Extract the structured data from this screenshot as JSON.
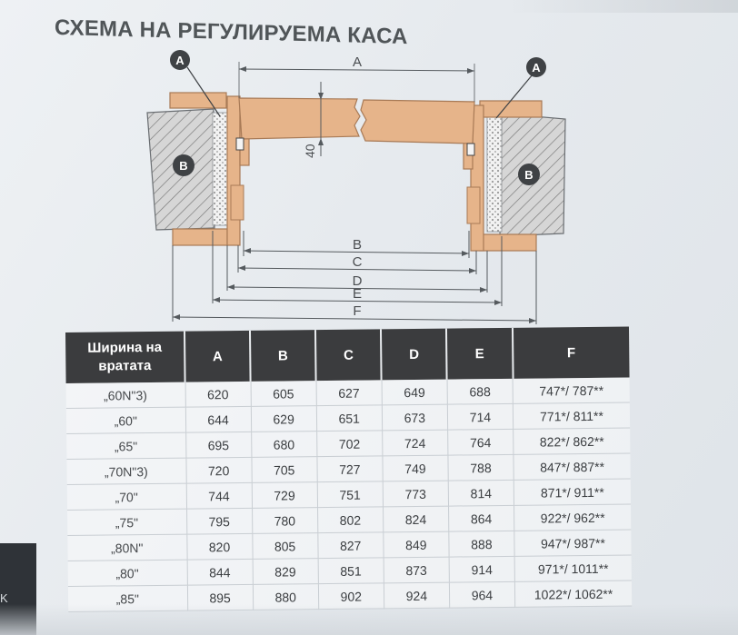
{
  "title": "СХЕМА НА РЕГУЛИРУЕМА КАСА",
  "diagram": {
    "badge_a": "A",
    "badge_b": "B",
    "dim_labels": {
      "a": "A",
      "b": "B",
      "c": "C",
      "d": "D",
      "e": "E",
      "f": "F",
      "depth": "40"
    },
    "colors": {
      "wood": "#e6b48a",
      "wood_edge": "#a87a56",
      "wall": "#cfcfcf",
      "line": "#555a5e",
      "badge": "#3f4245"
    }
  },
  "table": {
    "headers": [
      "Ширина на вратата",
      "A",
      "B",
      "C",
      "D",
      "E",
      "F"
    ],
    "rows": [
      [
        "„60N\"3)",
        "620",
        "605",
        "627",
        "649",
        "688",
        "747*/ 787**"
      ],
      [
        "„60\"",
        "644",
        "629",
        "651",
        "673",
        "714",
        "771*/ 811**"
      ],
      [
        "„65\"",
        "695",
        "680",
        "702",
        "724",
        "764",
        "822*/ 862**"
      ],
      [
        "„70N\"3)",
        "720",
        "705",
        "727",
        "749",
        "788",
        "847*/ 887**"
      ],
      [
        "„70\"",
        "744",
        "729",
        "751",
        "773",
        "814",
        "871*/ 911**"
      ],
      [
        "„75\"",
        "795",
        "780",
        "802",
        "824",
        "864",
        "922*/ 962**"
      ],
      [
        "„80N\"",
        "820",
        "805",
        "827",
        "849",
        "888",
        "947*/ 987**"
      ],
      [
        "„80\"",
        "844",
        "829",
        "851",
        "873",
        "914",
        "971*/ 1011**"
      ],
      [
        "„85\"",
        "895",
        "880",
        "902",
        "924",
        "964",
        "1022*/ 1062**"
      ]
    ],
    "colors": {
      "header_bg": "#3b3c3e",
      "header_text": "#ffffff"
    }
  },
  "side_panel": {
    "label": "K"
  }
}
